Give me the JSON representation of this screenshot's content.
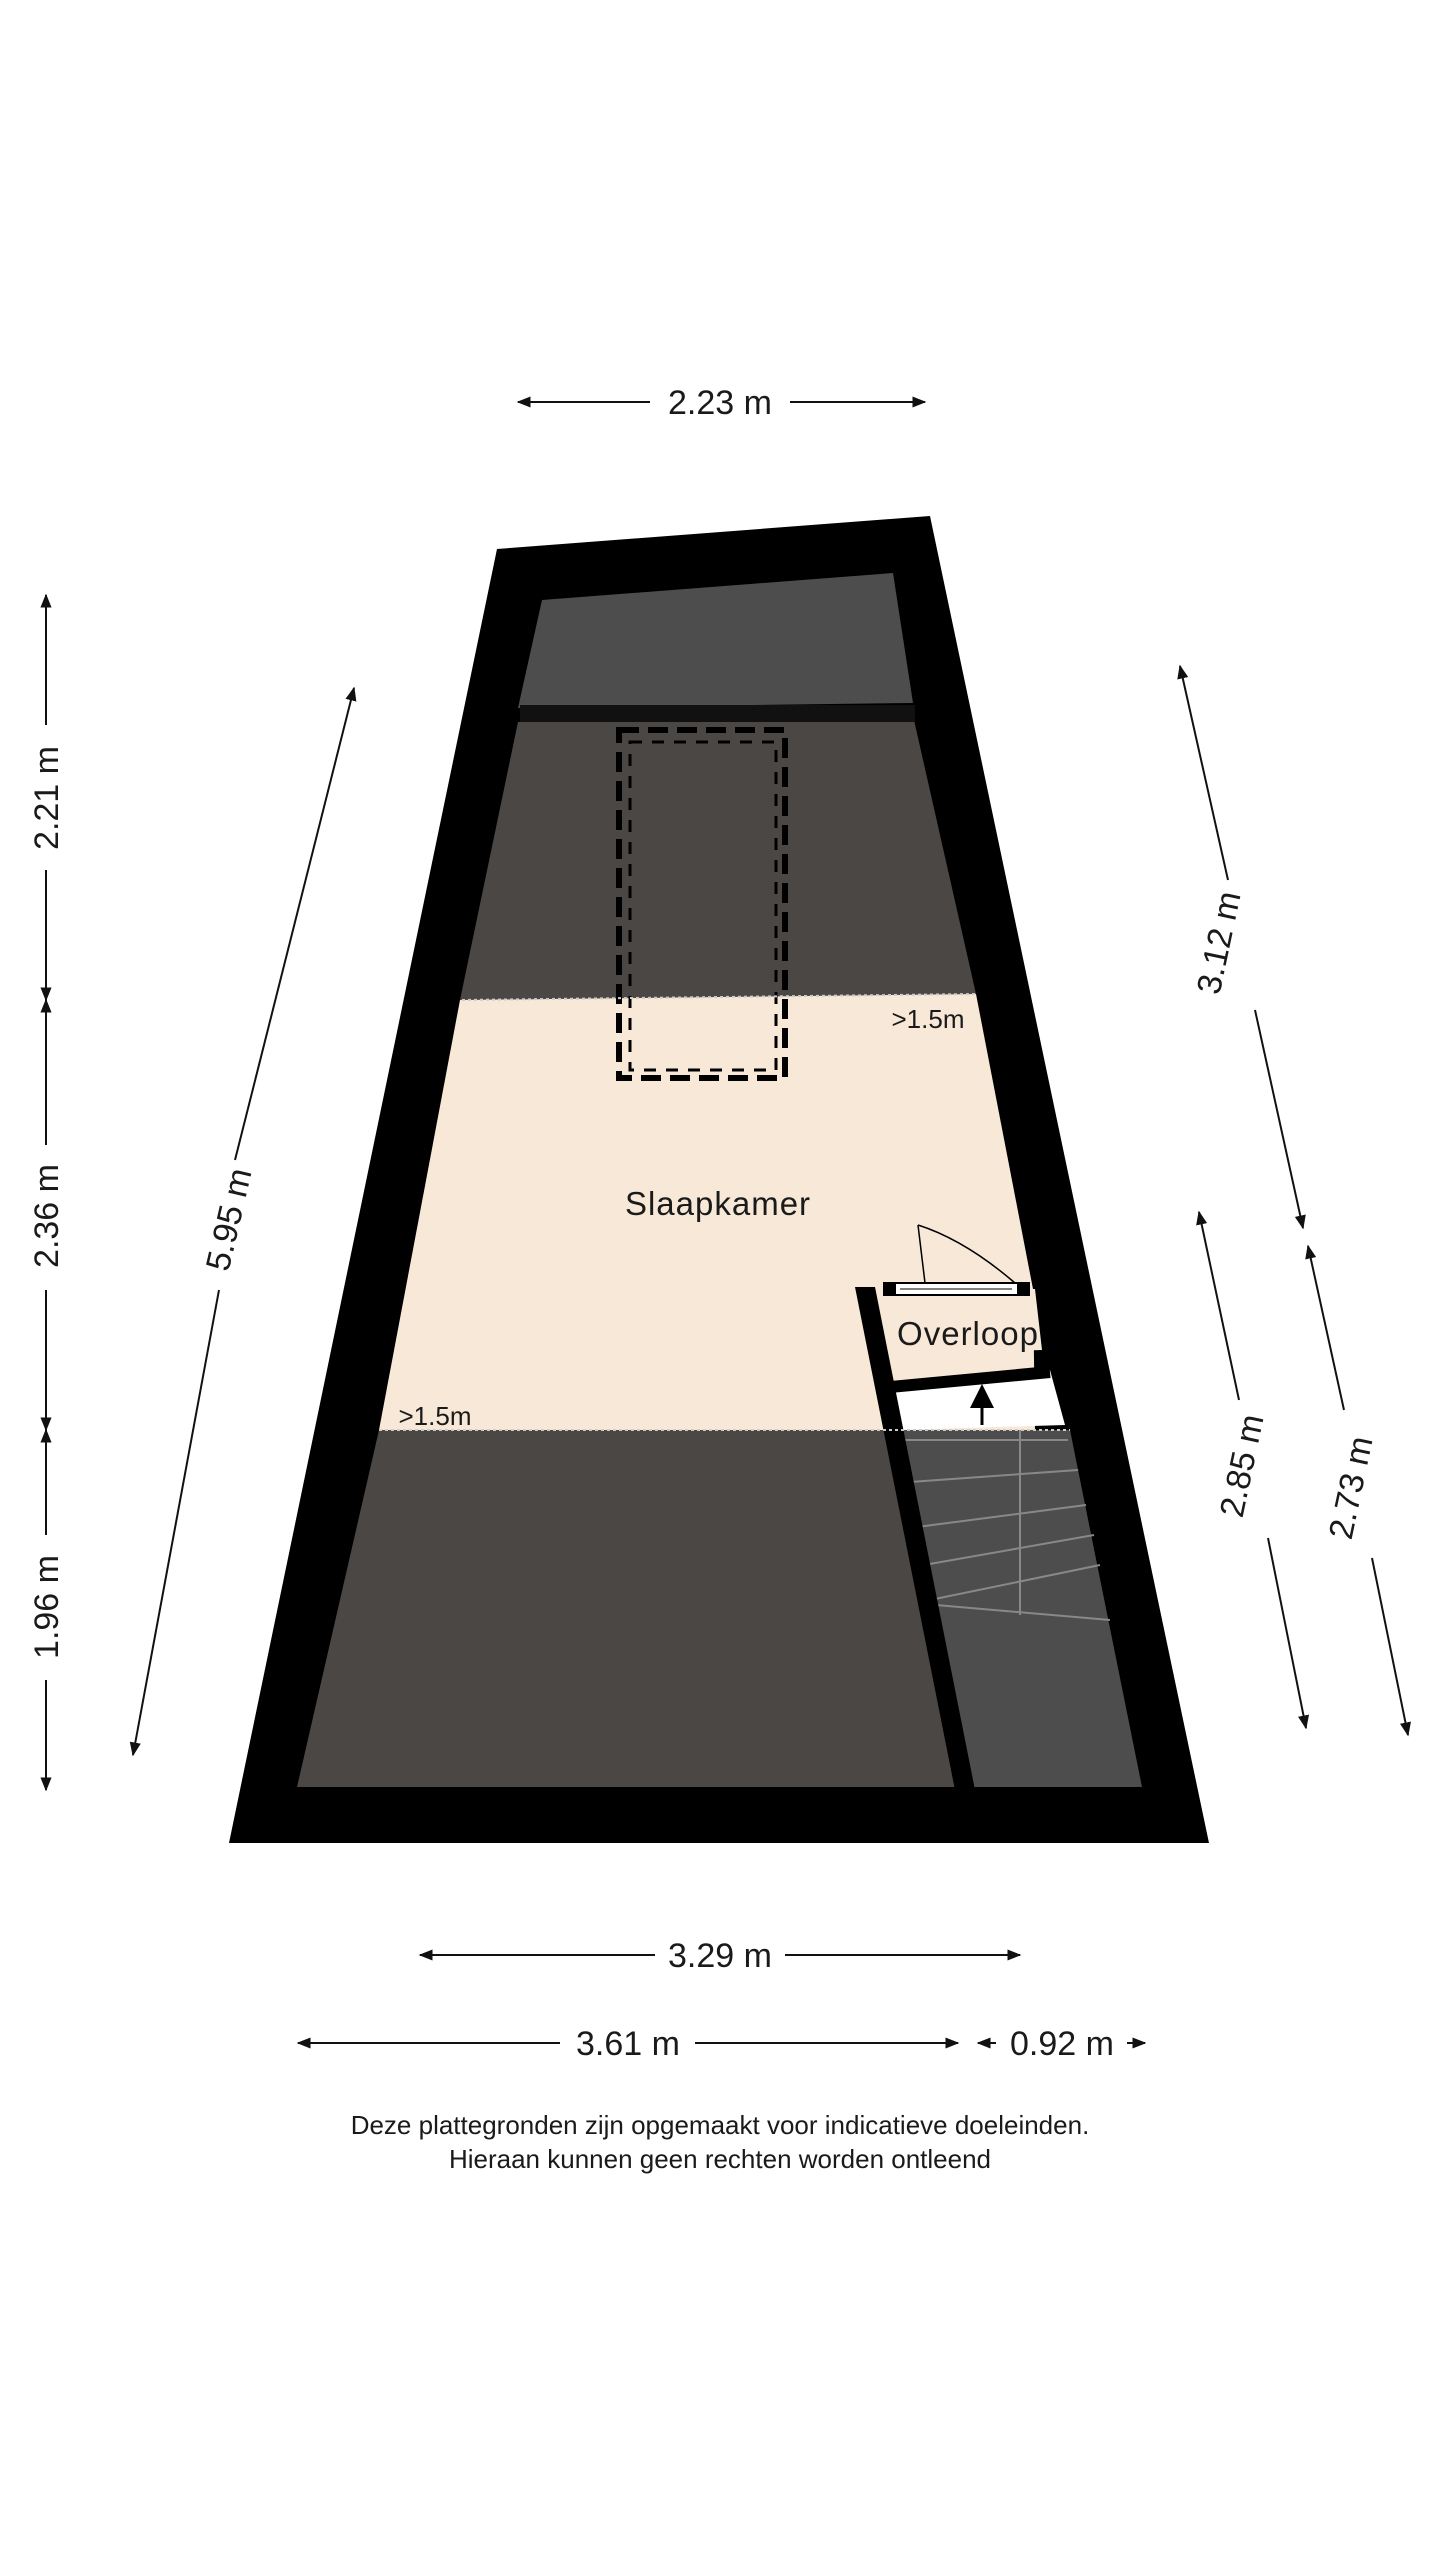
{
  "rooms": {
    "main_label": "Slaapkamer",
    "landing_label": "Overloop",
    "height_marker_top": ">1.5m",
    "height_marker_left": ">1.5m"
  },
  "dimensions": {
    "top_width": "2.23 m",
    "bottom_inner_width": "3.29 m",
    "bottom_left_width": "3.61 m",
    "bottom_right_width": "0.92 m",
    "left_upper": "2.21 m",
    "left_middle": "2.36 m",
    "left_lower": "1.96 m",
    "left_diagonal": "5.95 m",
    "right_upper_diagonal": "3.12 m",
    "right_inner_diagonal": "2.85 m",
    "right_outer_diagonal": "2.73 m"
  },
  "disclaimer": {
    "line1": "Deze plattegronden zijn opgemaakt voor indicatieve doeleinden.",
    "line2": "Hieraan kunnen geen rechten worden ontleend"
  },
  "colors": {
    "wall": "#000000",
    "floor_usable": "#f7e8d8",
    "floor_low": "#4a4744",
    "floor_top": "#4d4d4d",
    "stair_area": "#4d4d4d"
  }
}
